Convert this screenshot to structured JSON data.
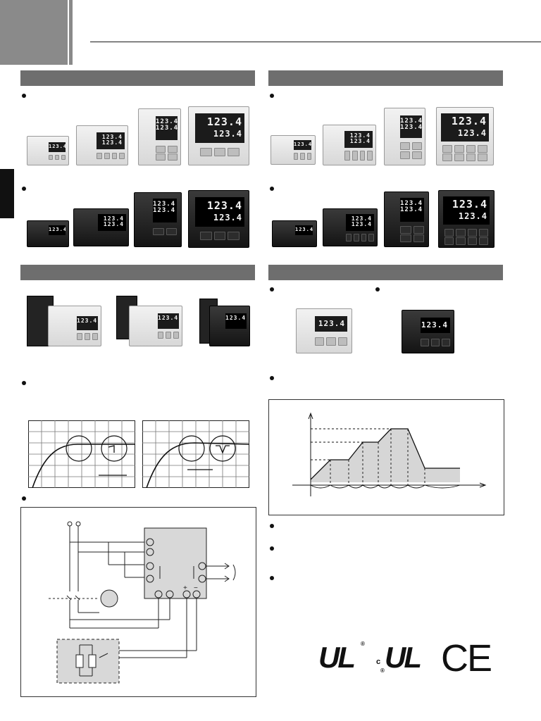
{
  "panel_displays": {
    "main_value": "123.4",
    "secondary_value": "123.4",
    "small_main": "123.4",
    "small_secondary": "123.4"
  },
  "diagram": {
    "terminal_plus": "+",
    "terminal_minus": "−"
  },
  "certifications": {
    "ul_mark": "UL",
    "cul_prefix": "c",
    "ce_mark": "CE",
    "registered": "®"
  }
}
